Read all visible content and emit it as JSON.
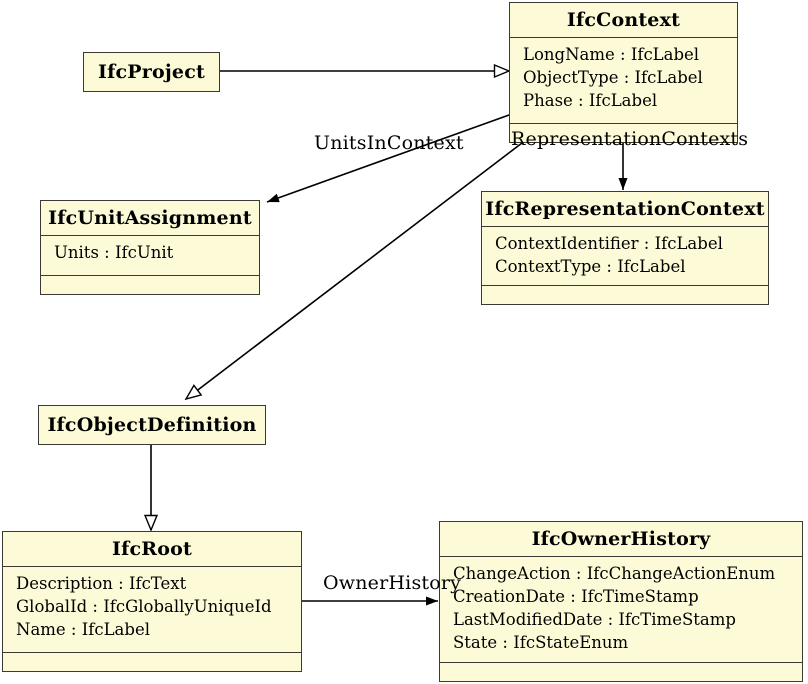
{
  "classes": {
    "ifc_context": {
      "title": "IfcContext",
      "attributes": [
        "LongName : IfcLabel",
        "ObjectType : IfcLabel",
        "Phase : IfcLabel"
      ]
    },
    "ifc_project": {
      "title": "IfcProject",
      "attributes": []
    },
    "ifc_unit_assignment": {
      "title": "IfcUnitAssignment",
      "attributes": [
        "Units : IfcUnit"
      ]
    },
    "ifc_representation_context": {
      "title": "IfcRepresentationContext",
      "attributes": [
        "ContextIdentifier : IfcLabel",
        "ContextType : IfcLabel"
      ]
    },
    "ifc_object_definition": {
      "title": "IfcObjectDefinition",
      "attributes": []
    },
    "ifc_root": {
      "title": "IfcRoot",
      "attributes": [
        "Description : IfcText",
        "GlobalId : IfcGloballyUniqueId",
        "Name : IfcLabel"
      ]
    },
    "ifc_owner_history": {
      "title": "IfcOwnerHistory",
      "attributes": [
        "ChangeAction : IfcChangeActionEnum",
        "CreationDate : IfcTimeStamp",
        "LastModifiedDate : IfcTimeStamp",
        "State : IfcStateEnum"
      ]
    }
  },
  "edges": [
    {
      "from": "IfcProject",
      "to": "IfcContext",
      "type": "generalization",
      "label": ""
    },
    {
      "from": "IfcContext",
      "to": "IfcObjectDefinition",
      "type": "generalization",
      "label": ""
    },
    {
      "from": "IfcObjectDefinition",
      "to": "IfcRoot",
      "type": "generalization",
      "label": ""
    },
    {
      "from": "IfcContext",
      "to": "IfcUnitAssignment",
      "type": "association",
      "label": "UnitsInContext"
    },
    {
      "from": "IfcContext",
      "to": "IfcRepresentationContext",
      "type": "association",
      "label": "RepresentationContexts"
    },
    {
      "from": "IfcRoot",
      "to": "IfcOwnerHistory",
      "type": "association",
      "label": "OwnerHistory"
    }
  ],
  "colors": {
    "box_fill": "#FDFBD7",
    "box_border": "#3A3A33",
    "line": "#000000",
    "text": "#000000",
    "background": "#FFFFFF"
  }
}
